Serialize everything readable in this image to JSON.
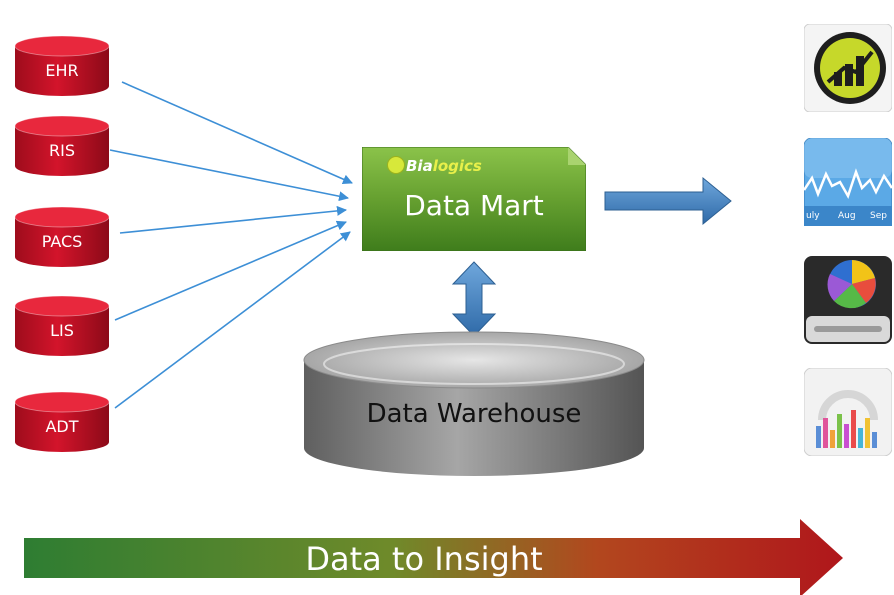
{
  "sources": [
    {
      "label": "EHR"
    },
    {
      "label": "RIS"
    },
    {
      "label": "PACS"
    },
    {
      "label": "LIS"
    },
    {
      "label": "ADT"
    }
  ],
  "datamart": {
    "brand_prefix": "Bia",
    "brand_suffix": "logics",
    "title": "Data Mart"
  },
  "warehouse": {
    "label": "Data Warehouse"
  },
  "banner": {
    "label": "Data  to  Insight"
  },
  "outputs": [
    {
      "icon": "bar-chart-badge-icon"
    },
    {
      "icon": "line-chart-icon",
      "axis_labels": [
        "uly",
        "Aug",
        "Sep"
      ]
    },
    {
      "icon": "pie-chart-drive-icon"
    },
    {
      "icon": "bar-chart-gauge-icon"
    }
  ],
  "colors": {
    "source_red": "#c8102e",
    "datamart_green": "#6aaa34",
    "arrow_blue": "#3d7fc1",
    "warehouse_gray": "#7f7f7f",
    "banner_start": "#2e7d32",
    "banner_end": "#b0161b"
  }
}
